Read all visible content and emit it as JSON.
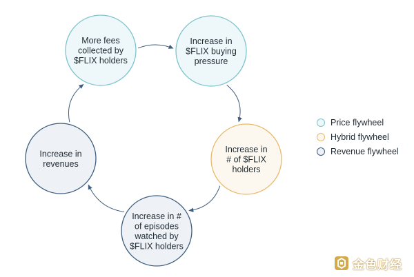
{
  "nodes": [
    {
      "id": "fees",
      "lines": [
        "More fees",
        "collected by",
        "$FLIX holders"
      ],
      "type": "price"
    },
    {
      "id": "buying",
      "lines": [
        "Increase in",
        "$FLIX buying",
        "pressure"
      ],
      "type": "price"
    },
    {
      "id": "holders",
      "lines": [
        "Increase in",
        "# of $FLIX",
        "holders"
      ],
      "type": "hybrid"
    },
    {
      "id": "episodes",
      "lines": [
        "Increase in #",
        "of episodes",
        "watched by",
        "$FLIX holders"
      ],
      "type": "revenue"
    },
    {
      "id": "revenues",
      "lines": [
        "Increase in",
        "revenues"
      ],
      "type": "revenue"
    }
  ],
  "edges": [
    {
      "from": "fees",
      "to": "buying"
    },
    {
      "from": "buying",
      "to": "holders"
    },
    {
      "from": "holders",
      "to": "episodes"
    },
    {
      "from": "episodes",
      "to": "revenues"
    },
    {
      "from": "revenues",
      "to": "fees"
    }
  ],
  "legend": [
    {
      "label": "Price flywheel",
      "type": "price"
    },
    {
      "label": "Hybrid flywheel",
      "type": "hybrid"
    },
    {
      "label": "Revenue flywheel",
      "type": "revenue"
    }
  ],
  "styles": {
    "price": {
      "fill": "#eef7f9",
      "stroke": "#7cc4cc"
    },
    "hybrid": {
      "fill": "#fdf8ef",
      "stroke": "#e8b96a"
    },
    "revenue": {
      "fill": "#eef2f7",
      "stroke": "#3f5d7d"
    }
  },
  "arrow_color": "#3f5d7d",
  "watermark": {
    "text": "金色财经",
    "color": "#c9a24a"
  }
}
